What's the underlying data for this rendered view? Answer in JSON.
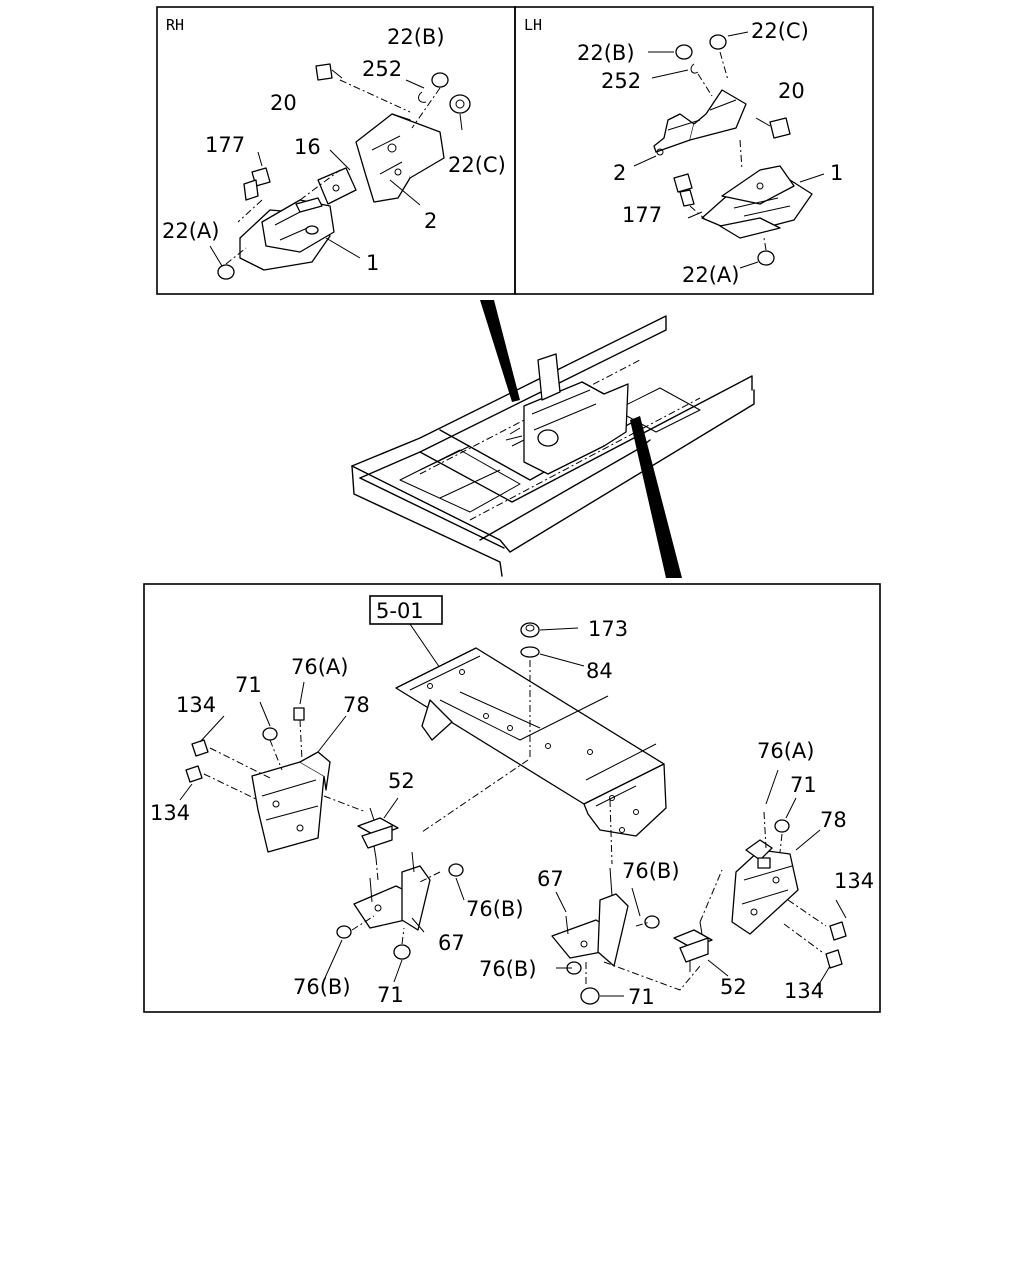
{
  "panels": {
    "rh": {
      "side_label": "RH",
      "callouts": [
        "22(B)",
        "252",
        "20",
        "177",
        "16",
        "22(C)",
        "2",
        "22(A)",
        "1"
      ]
    },
    "lh": {
      "side_label": "LH",
      "callouts": [
        "22(B)",
        "22(C)",
        "252",
        "20",
        "2",
        "1",
        "177",
        "22(A)"
      ]
    },
    "mounts": {
      "reference_box": "5-01",
      "callouts": [
        "173",
        "84",
        "76(A)",
        "71",
        "78",
        "134",
        "134",
        "52",
        "76(B)",
        "67",
        "76(B)",
        "71",
        "67",
        "76(B)",
        "76(A)",
        "71",
        "78",
        "134",
        "76(B)",
        "71",
        "52",
        "134"
      ]
    }
  }
}
